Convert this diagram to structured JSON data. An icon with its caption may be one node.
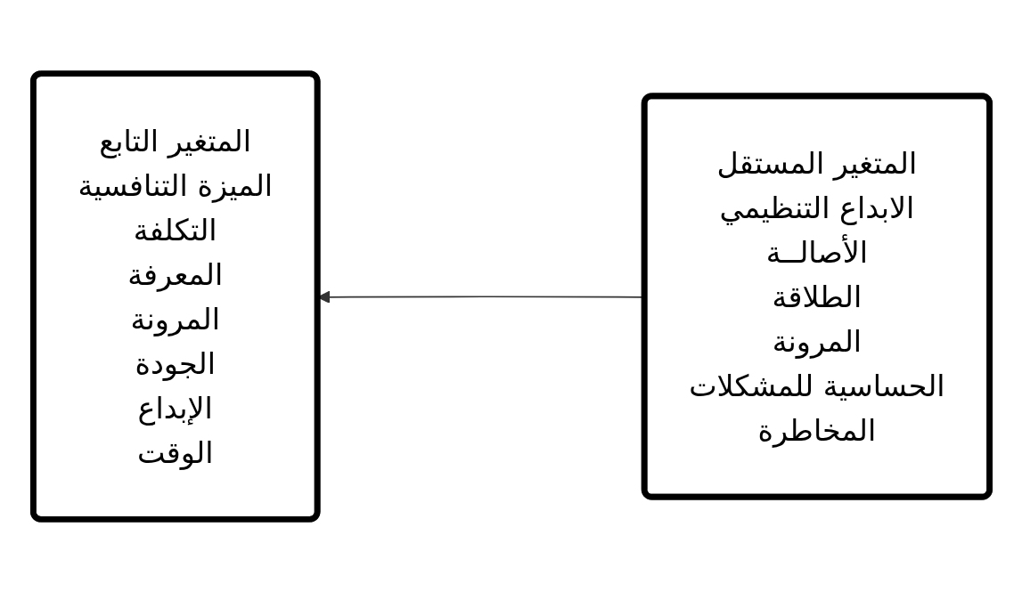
{
  "diagram": {
    "nodes": [
      {
        "text": [
          "المتغير المستقل",
          "الابداع التنظيمي",
          "الأصالــة",
          "الطلاقة",
          "المرونة",
          "الحساسية للمشكلات",
          "المخاطرة"
        ]
      },
      {
        "text": [
          "المتغير التابع",
          "الميزة التنافسية",
          "التكلفة",
          "المعرفة",
          "المرونة",
          "الجودة",
          "الإبداع",
          "الوقت"
        ]
      }
    ],
    "edges": [
      {
        "from": 0,
        "to": 1,
        "arrow": "to"
      }
    ]
  }
}
